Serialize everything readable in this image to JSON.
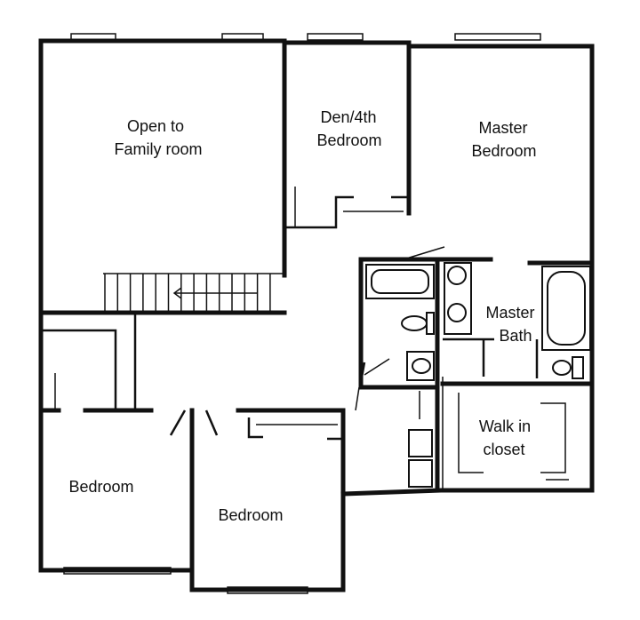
{
  "rooms": {
    "open_to_family": {
      "line1": "Open to",
      "line2": "Family  room"
    },
    "den": {
      "line1": "Den/4th",
      "line2": "Bedroom"
    },
    "master_bedroom": {
      "line1": "Master",
      "line2": "Bedroom"
    },
    "master_bath": {
      "line1": "Master",
      "line2": "Bath"
    },
    "walk_in_closet": {
      "line1": "Walk  in",
      "line2": "closet"
    },
    "bedroom_left": {
      "label": "Bedroom"
    },
    "bedroom_center": {
      "label": "Bedroom"
    }
  }
}
